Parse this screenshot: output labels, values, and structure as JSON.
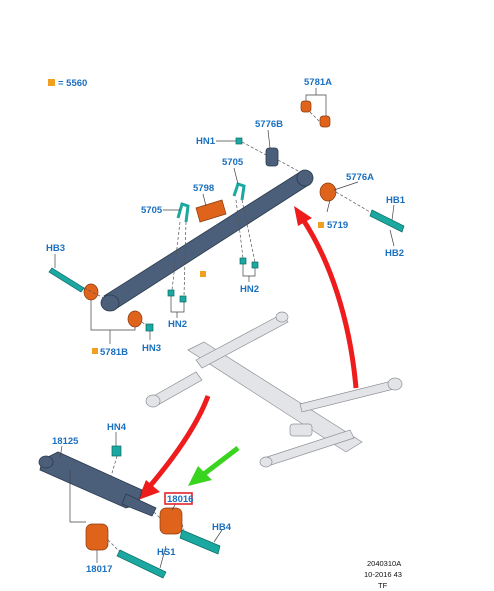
{
  "legend": {
    "color": "#f0a020",
    "text": "= 5560"
  },
  "colors": {
    "label": "#1a6fbf",
    "bushing": "#e0631c",
    "bolt": "#1aa8a0",
    "rod": "#4b5f7a",
    "highlight_box": "#e3242b",
    "arrow_red": "#ee1c1c",
    "arrow_green": "#39d41e"
  },
  "labels": {
    "l5781a": "5781A",
    "l5776b": "5776B",
    "hn1": "HN1",
    "l5705_top": "5705",
    "l5798": "5798",
    "l5705_left": "5705",
    "l5776a": "5776A",
    "hb1": "HB1",
    "l5719": "5719",
    "hb2": "HB2",
    "hb3": "HB3",
    "hn2_right": "HN2",
    "hn2_left": "HN2",
    "l5781b": "5781B",
    "hn3": "HN3",
    "hn4": "HN4",
    "l18125": "18125",
    "l18016": "18016",
    "hb4": "HB4",
    "hs1": "HS1",
    "l18017": "18017"
  },
  "reference": {
    "code": "2040310A",
    "date": "10-2016 43",
    "initials": "TF"
  }
}
